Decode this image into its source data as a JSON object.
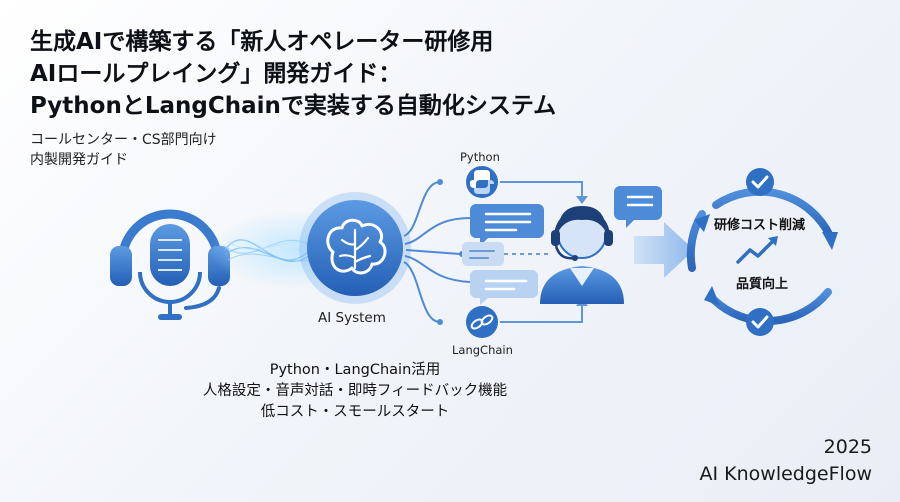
{
  "title": {
    "line1": "生成AIで構築する「新人オペレーター研修用",
    "line2": "AIロールプレイング」開発ガイド：",
    "line3": "PythonとLangChainで実装する自動化システム"
  },
  "subtitle": {
    "line1": "コールセンター・CS部門向け",
    "line2": "内製開発ガイド"
  },
  "diagram": {
    "ai_label": "AI System",
    "python_label": "Python",
    "langchain_label": "LangChain",
    "cycle_top": "研修コスト削減",
    "cycle_bottom": "品質向上"
  },
  "features": {
    "line1": "Python・LangChain活用",
    "line2": "人格設定・音声対話・即時フィードバック機能",
    "line3": "低コスト・スモールスタート"
  },
  "footer": {
    "year": "2025",
    "brand": "AI KnowledgeFlow"
  },
  "colors": {
    "primary_blue": "#2f6fc4",
    "light_blue": "#6aa3e6",
    "dark_navy": "#1d3f7a",
    "glow": "#8fd0ff"
  },
  "icons": [
    "headset-microphone-icon",
    "brain-icon",
    "python-logo-icon",
    "chat-bubble-icon",
    "operator-headset-icon",
    "langchain-logo-icon",
    "checkmark-icon",
    "trend-up-icon",
    "cycle-arrows-icon"
  ]
}
